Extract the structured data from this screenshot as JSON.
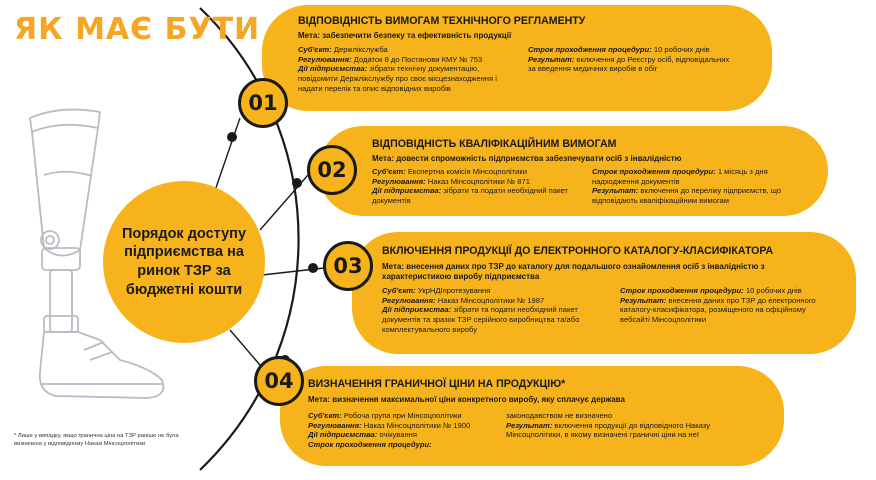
{
  "page_title": "ЯК МАЄ БУТИ",
  "center_text": "Порядок доступу підприємства на ринок ТЗР за бюджетні кошти",
  "steps": [
    {
      "num": "01",
      "title": "ВІДПОВІДНІСТЬ ВИМОГАМ ТЕХНІЧНОГО РЕГЛАМЕНТУ",
      "goal": "Мета: забезпечити безпеку та ефективність продукції",
      "subject_label": "Суб'єкт:",
      "subject": "Держлікслужба",
      "reg_label": "Регулювання:",
      "reg": "Додаток 8 до Постанови КМУ № 753",
      "actions_label": "Дії підприємства:",
      "actions": "зібрати технічну документацію, повідомити Держлікслужбу про своє місцезнаходження і надати перелік та опис відповідних виробів",
      "term_label": "Строк проходження процедури:",
      "term": "10 робочих днів",
      "result_label": "Результат:",
      "result": "включення до Реєстру осіб, відповідальних за введення медичних виробів в обіг"
    },
    {
      "num": "02",
      "title": "ВІДПОВІДНІСТЬ КВАЛІФІКАЦІЙНИМ ВИМОГАМ",
      "goal": "Мета: довести спроможність підприємства забезпечувати осіб з інвалідністю",
      "subject_label": "Суб'єкт:",
      "subject": "Експертна комісія Мінсоцполітики",
      "reg_label": "Регулювання:",
      "reg": "Наказ Мінсоцполітики № 871",
      "actions_label": "Дії підприємства:",
      "actions": "зібрати та подати необхідний пакет документів",
      "term_label": "Строк проходження процедури:",
      "term": "1 місяць з дня надходження документів",
      "result_label": "Результат:",
      "result": "включення до переліку підприємств, що відповідають кваліфікаційним вимогам"
    },
    {
      "num": "03",
      "title": "ВКЛЮЧЕННЯ ПРОДУКЦІЇ ДО ЕЛЕКТРОННОГО КАТАЛОГУ-КЛАСИФІКАТОРА",
      "goal": "Мета: внесення даних про ТЗР до каталогу для подальшого ознайомлення осіб з інвалідністю з характеристикою виробу підприємства",
      "subject_label": "Суб'єкт:",
      "subject": "УкрНДІпротезування",
      "reg_label": "Регулювання:",
      "reg": "Наказ Мінсоцполітики № 1987",
      "actions_label": "Дії підприємства:",
      "actions": "зібрати та подати необхідний пакет документів та зразок ТЗР серійного виробництва та/або комплектувального виробу",
      "term_label": "Строк проходження процедури:",
      "term": "10 робочих днів",
      "result_label": "Результат:",
      "result": "внесення даних про ТЗР до електронного каталогу-класифікатора, розміщеного на офіційному вебсайті Мінсоцполітики"
    },
    {
      "num": "04",
      "title": "ВИЗНАЧЕННЯ ГРАНИЧНОЇ ЦІНИ НА ПРОДУКЦІЮ*",
      "goal": "Мета: визначення максимальної ціни конкретного виробу, яку сплачує держава",
      "subject_label": "Суб'єкт:",
      "subject": "Робоча група при Мінсоцполітики",
      "reg_label": "Регулювання:",
      "reg": "Наказ Мінсоцполітики № 1900",
      "actions_label": "Дії підприємства:",
      "actions": "очікування",
      "term_label": "Строк проходження процедури:",
      "term": "законодавством не визначено",
      "result_label": "Результат:",
      "result": "включення продукції до відповідного Наказу Мінсоцполітики, в якому визначені граничні ціни на неї"
    }
  ],
  "footnote": "* Лише у випадку, якщо гранична ціна на ТЗР раніше не була визначена у відповідному Наказі Мінсоцполітики",
  "colors": {
    "accent": "#f6b31c",
    "title": "#f5a623",
    "line": "#1a1a1a",
    "illustration": "#b8bcc4"
  }
}
